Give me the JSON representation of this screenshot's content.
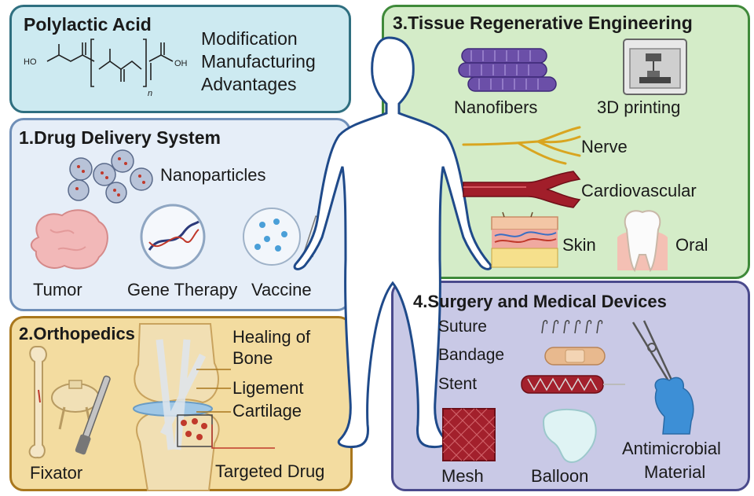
{
  "colors": {
    "pla_bg": "#cdeaf1",
    "pla_border": "#2f6f80",
    "drug_bg": "#e6eef8",
    "drug_border": "#6f8fb8",
    "ortho_bg": "#f3dca0",
    "ortho_border": "#a9771d",
    "tissue_bg": "#d4ecc8",
    "tissue_border": "#3f8a3a",
    "surgery_bg": "#c9c9e6",
    "surgery_border": "#4a4a8c"
  },
  "pla": {
    "title": "Polylactic Acid",
    "items": [
      "Modification",
      "Manufacturing",
      "Advantages"
    ],
    "formula": {
      "ho": "HO",
      "oh": "OH",
      "n": "n"
    }
  },
  "drug": {
    "title": "1.Drug Delivery System",
    "nanoparticles": "Nanoparticles",
    "tumor": "Tumor",
    "gene": "Gene Therapy",
    "vaccine": "Vaccine"
  },
  "ortho": {
    "title": "2.Orthopedics",
    "healing": [
      "Healing of",
      "Bone",
      "Ligement",
      "Cartilage"
    ],
    "fixator": "Fixator",
    "targeted": "Targeted Drug"
  },
  "tissue": {
    "title": "3.Tissue Regenerative Engineering",
    "nanofibers": "Nanofibers",
    "printing": "3D printing",
    "nerve": "Nerve",
    "cardio": "Cardiovascular",
    "skin": "Skin",
    "oral": "Oral"
  },
  "surgery": {
    "title": "4.Surgery and Medical Devices",
    "suture": "Suture",
    "bandage": "Bandage",
    "stent": "Stent",
    "mesh": "Mesh",
    "balloon": "Balloon",
    "antimicrobial": [
      "Antimicrobial",
      "Material"
    ]
  }
}
